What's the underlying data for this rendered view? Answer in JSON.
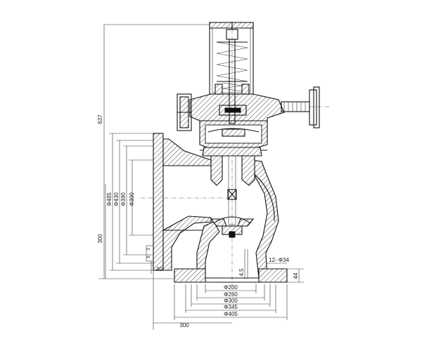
{
  "dimensions": {
    "overall_height": "637",
    "inlet_height": "300",
    "outlet_offset": "300",
    "flange_dia_485": "Φ485",
    "flange_dia_430": "Φ430",
    "flange_dia_390": "Φ390",
    "flange_dia_300": "Φ300",
    "base_dia_200": "Φ200",
    "base_dia_260": "Φ260",
    "base_dia_300": "Φ300",
    "base_dia_345": "Φ345",
    "base_dia_405": "Φ405",
    "flange_thickness_40": "40",
    "flange_step_3": "3",
    "flange_step_6": "6",
    "gap_4_5": "4.5",
    "bolt_holes": "12- Φ34",
    "base_thickness": "44"
  }
}
